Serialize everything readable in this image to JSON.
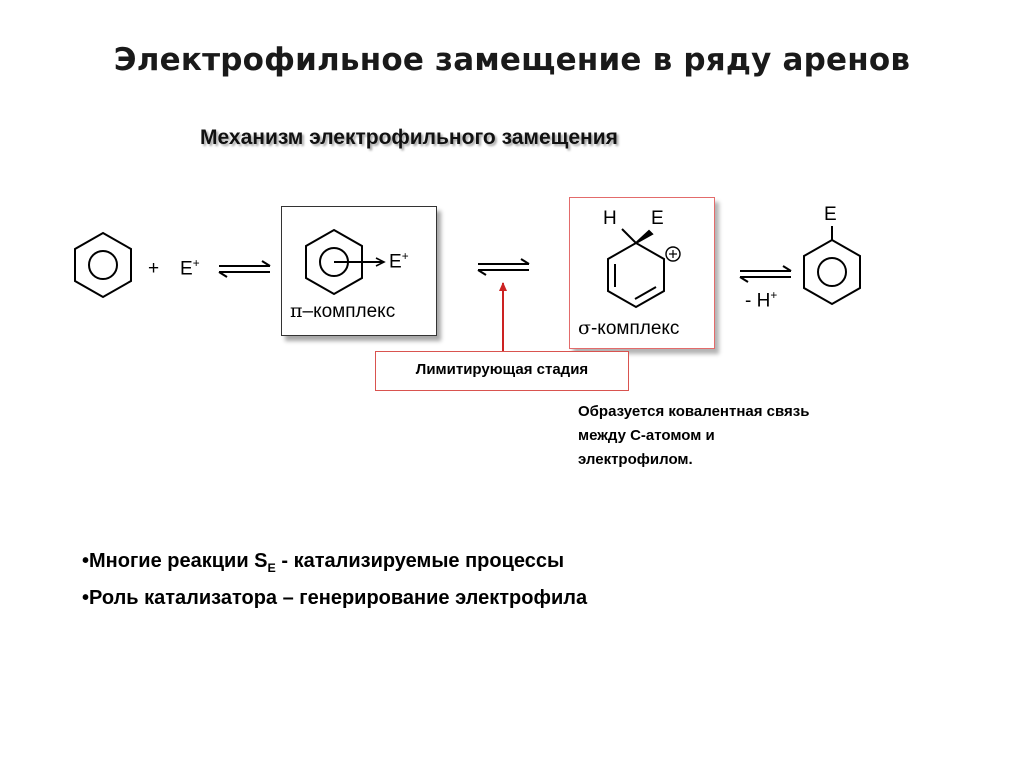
{
  "title": "Электрофильное замещение в ряду аренов",
  "subtitle": "Механизм электрофильного замещения",
  "scheme": {
    "plus": "+",
    "electrophile": "E",
    "electrophile_charge": "+",
    "pi_complex": {
      "label_symbol": "π",
      "label_text": "–комплекс",
      "electrophile": "E",
      "charge": "+"
    },
    "sigma_complex": {
      "h_label": "H",
      "e_label": "E",
      "charge": "+",
      "label_symbol": "σ",
      "label_text": "-комплекс"
    },
    "elimination": {
      "text": "- H",
      "charge": "+"
    },
    "product_substituent": "E"
  },
  "limiting_stage": "Лимитирующая стадия",
  "note": [
    "Образуется ковалентная связь",
    "между С-атомом  и",
    "электрофилом."
  ],
  "bullets": [
    {
      "prefix": "•Многие реакции S",
      "subscript": "E",
      "suffix": " - катализируемые процессы"
    },
    {
      "text": "•Роль катализатора – генерирование электрофила"
    }
  ],
  "colors": {
    "red_arrow": "#cc2222",
    "box_red": "#e36b6b"
  }
}
